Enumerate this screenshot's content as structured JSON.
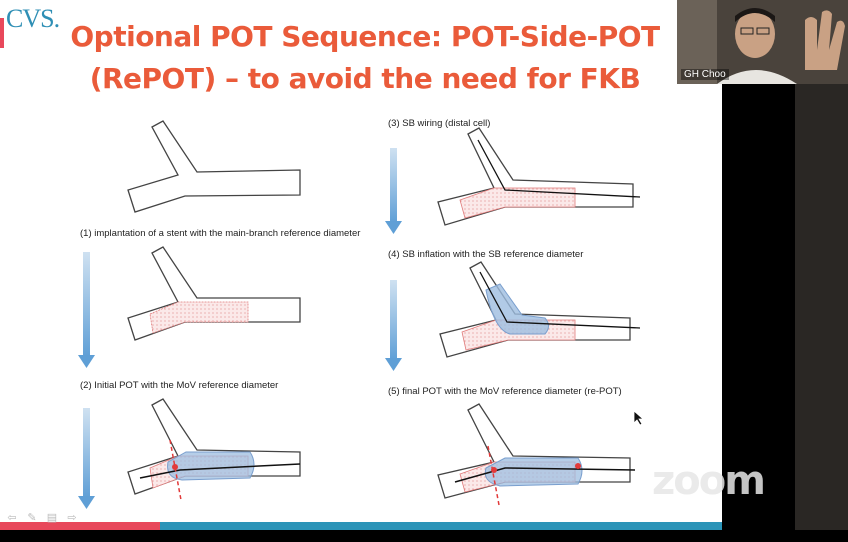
{
  "slide": {
    "logo_text": "CVS.",
    "title_line1": "Optional POT Sequence:  POT-Side-POT",
    "title_line2": "(RePOT)  –  to avoid the need for FKB",
    "steps": [
      "(1) implantation of a stent with the main-branch reference diameter",
      "(2) Initial POT with the MoV reference diameter",
      "(3) SB wiring (distal cell)",
      "(4) SB inflation with the SB reference diameter",
      "(5) final POT with the MoV reference diameter (re-POT)"
    ]
  },
  "participant": {
    "name": "GH Choo"
  },
  "watermark": "zoom",
  "colors": {
    "title": "#ea5b3a",
    "accent_blue": "#2b94b8",
    "accent_pink": "#e8485b",
    "arrow_blue": "#7fb3dc",
    "balloon_blue": "#9dbde0"
  }
}
